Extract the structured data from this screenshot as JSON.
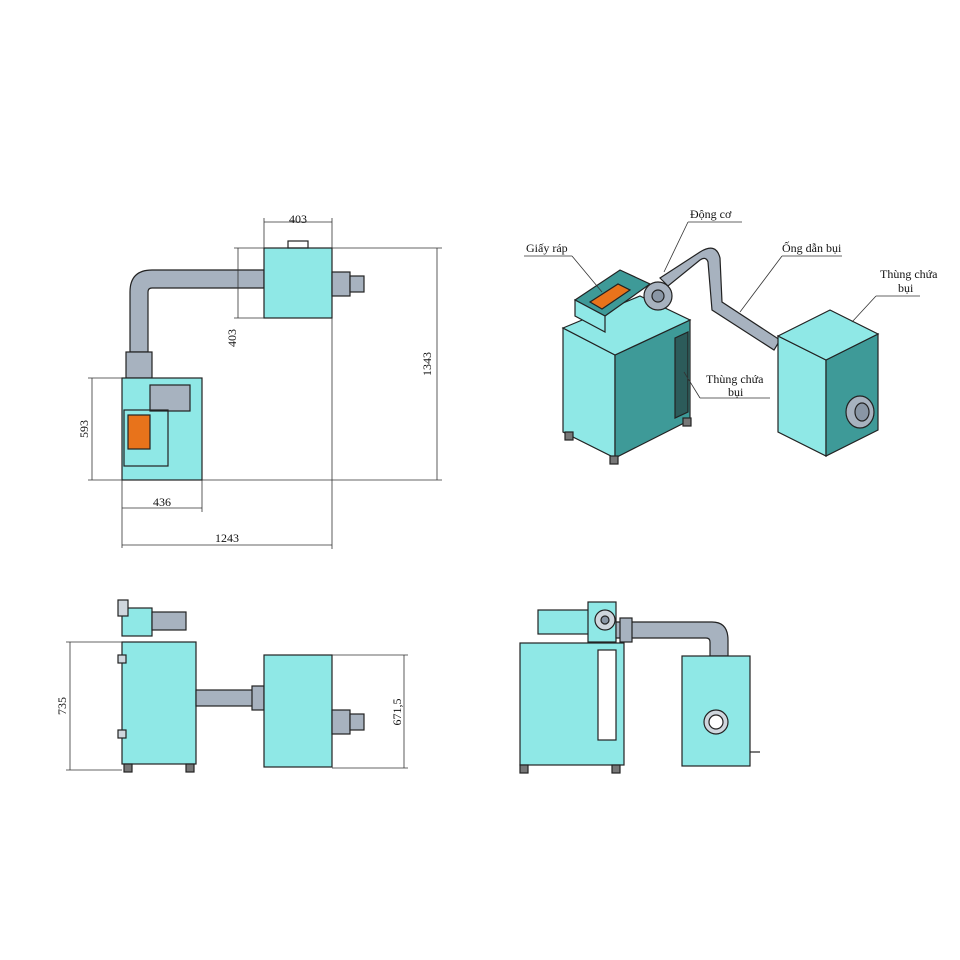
{
  "dimensions": {
    "top_width": "403",
    "top_depth": "403",
    "total_depth": "1343",
    "machine_depth": "593",
    "machine_width": "436",
    "total_width": "1243",
    "machine_height": "735",
    "bin_height": "671,5"
  },
  "labels": {
    "motor": "Động cơ",
    "sandpaper": "Giấy ráp",
    "dust_pipe": "Ống dẫn bụi",
    "dust_bin_right": "Thùng chứa\nbụi",
    "dust_bin_mid": "Thùng chứa\nbụi"
  },
  "colors": {
    "body": "#8fe8e6",
    "body_iso": "#3e9a98",
    "body_iso_dark": "#2c5b5a",
    "pipe": "#a7b2bf",
    "sandpaper": "#e8731b"
  }
}
